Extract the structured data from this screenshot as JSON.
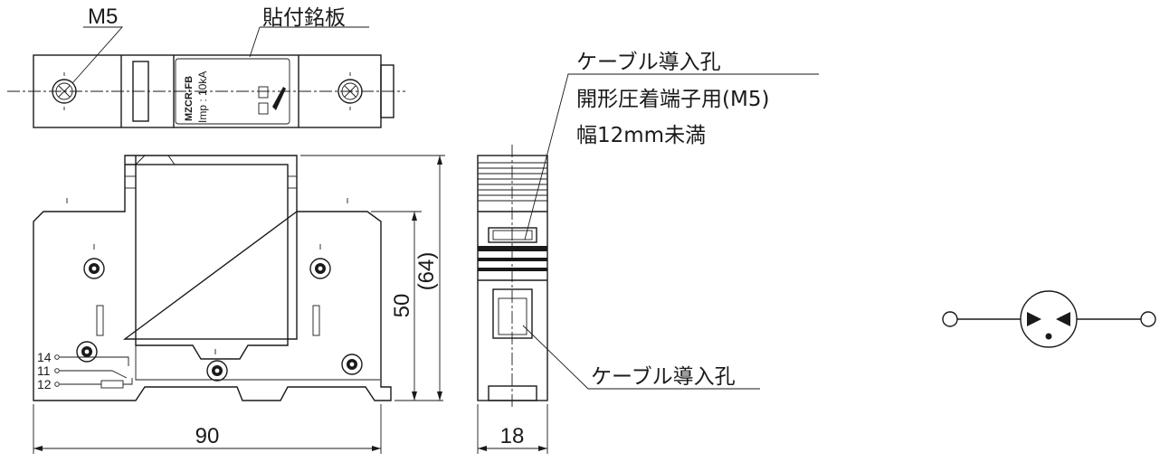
{
  "top_view": {
    "screw_label": "M5",
    "nameplate_label": "貼付銘板",
    "model_text": "MZCR-FB",
    "rating_text": "Imp : 10kA"
  },
  "front_view": {
    "width_dim": "90",
    "height_dim": "50",
    "height_ref_dim": "(64)",
    "terminals": [
      "14",
      "11",
      "12"
    ]
  },
  "side_view": {
    "width_dim": "18",
    "cable_hole_label": "ケーブル導入孔",
    "note_lines": [
      "ケーブル導入孔",
      "開形圧着端子用(M5)",
      "幅12mm未満"
    ]
  }
}
